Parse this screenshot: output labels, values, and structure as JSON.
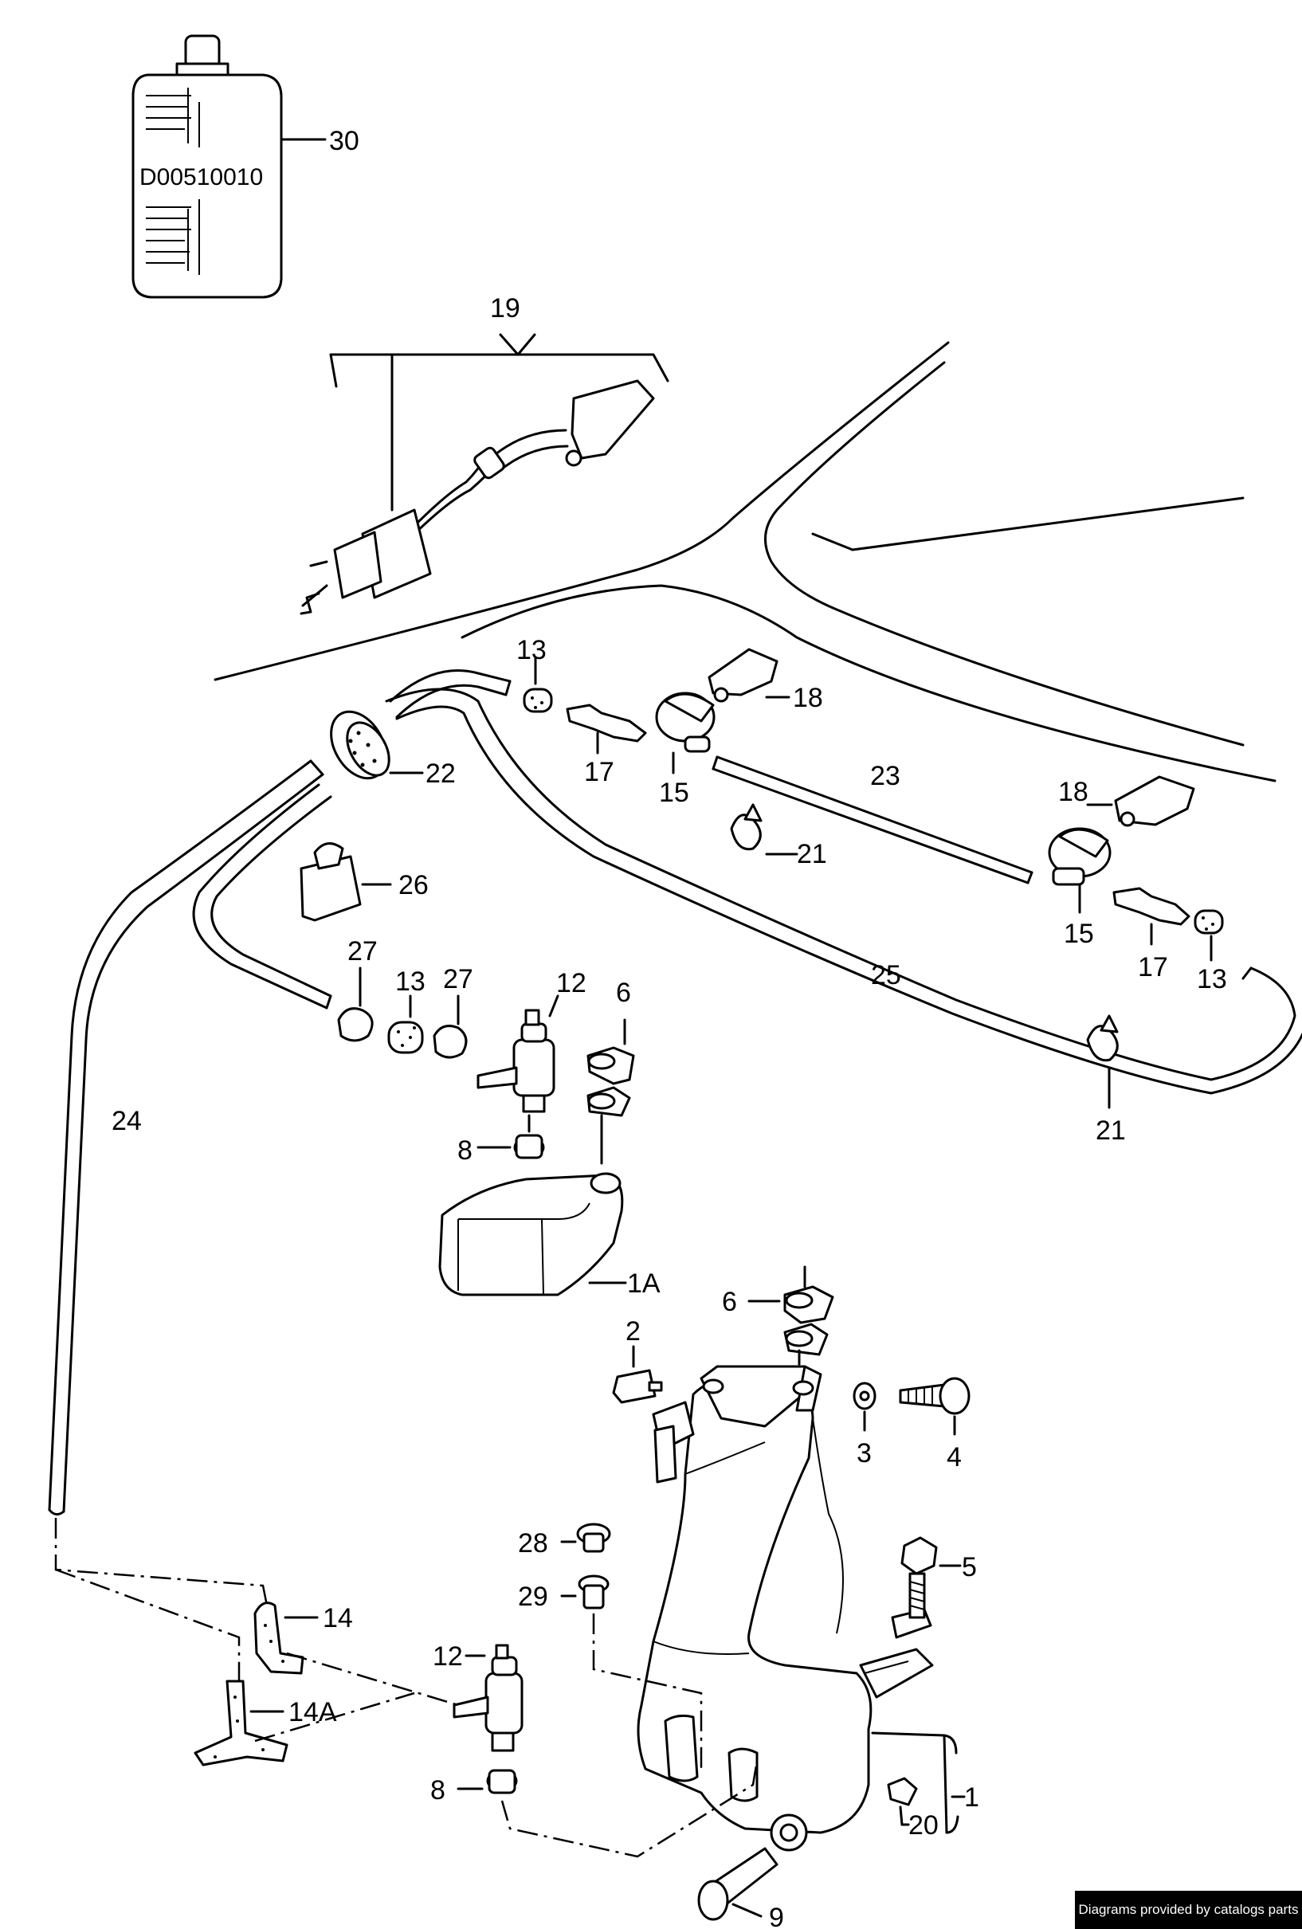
{
  "bottle_code": "D00510010",
  "credit": "Diagrams provided by catalogs parts",
  "labels": {
    "p30": "30",
    "p19": "19",
    "p13a": "13",
    "p18a": "18",
    "p22": "22",
    "p17a": "17",
    "p15a": "15",
    "p23": "23",
    "p21a": "21",
    "p18b": "18",
    "p26": "26",
    "p15b": "15",
    "p17b": "17",
    "p13b": "13",
    "p25": "25",
    "p27a": "27",
    "p13c": "13",
    "p27b": "27",
    "p12a": "12",
    "p6a": "6",
    "p21b": "21",
    "p24": "24",
    "p8a": "8",
    "p1A": "1A",
    "p6b": "6",
    "p2": "2",
    "p3": "3",
    "p4": "4",
    "p28": "28",
    "p5": "5",
    "p29": "29",
    "p14": "14",
    "p12b": "12",
    "p14A": "14A",
    "p1": "1",
    "p8b": "8",
    "p20": "20",
    "p9": "9"
  }
}
